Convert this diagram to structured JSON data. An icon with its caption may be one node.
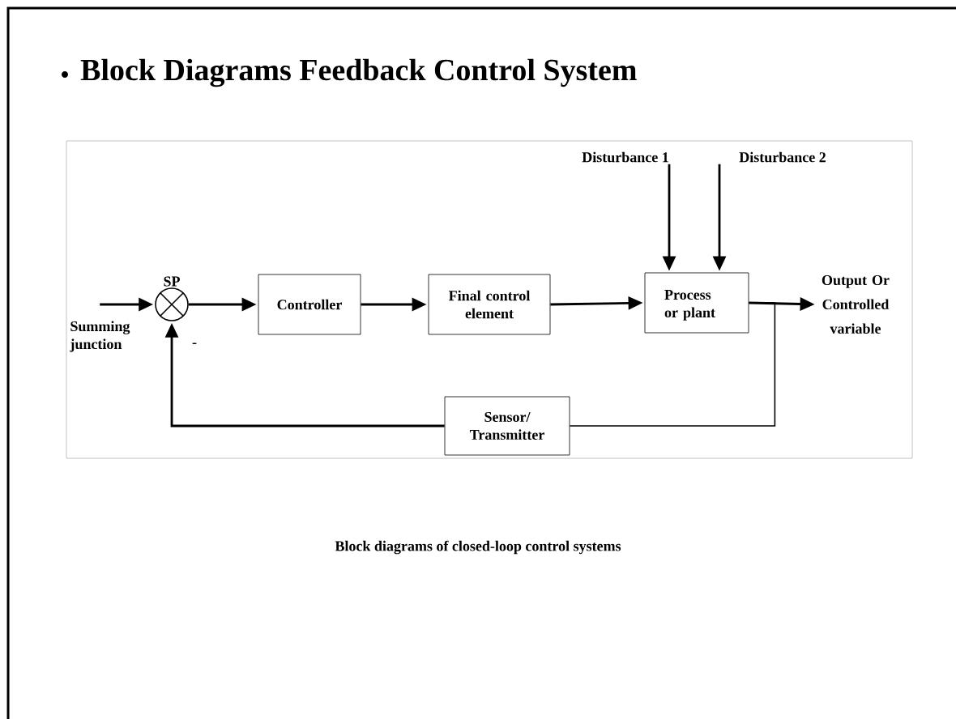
{
  "diagram": {
    "title": "Block Diagrams Feedback Control System",
    "nodes": [
      {
        "text": [],
        "shape": "circle",
        "beside": [
          "SP",
          "Summing junction",
          "-"
        ]
      },
      {
        "text": [
          "Controller"
        ]
      },
      {
        "text": [
          "Final control element"
        ]
      },
      {
        "text": [
          "Process or plant"
        ]
      },
      {
        "text": [
          "Sensor/ Transmitter"
        ]
      },
      {
        "text": [
          "Disturbance 1"
        ]
      },
      {
        "text": [
          "Disturbance 2"
        ]
      },
      {
        "text": [
          "Output Or Controlled variable"
        ]
      }
    ],
    "edges": [
      {
        "from": null,
        "to": 0,
        "arrow": "to"
      },
      {
        "from": 0,
        "to": 1,
        "arrow": "to"
      },
      {
        "from": 1,
        "to": 2,
        "arrow": "to"
      },
      {
        "from": 2,
        "to": 3,
        "arrow": "to"
      },
      {
        "from": 5,
        "to": 3,
        "arrow": "to"
      },
      {
        "from": 6,
        "to": 3,
        "arrow": "to"
      },
      {
        "from": 3,
        "to": 7,
        "arrow": "to"
      },
      {
        "from": 3,
        "to": 4,
        "arrow": "none"
      },
      {
        "from": 4,
        "to": 0,
        "arrow": "to"
      }
    ],
    "caption": "Block diagrams of closed-loop control systems"
  }
}
